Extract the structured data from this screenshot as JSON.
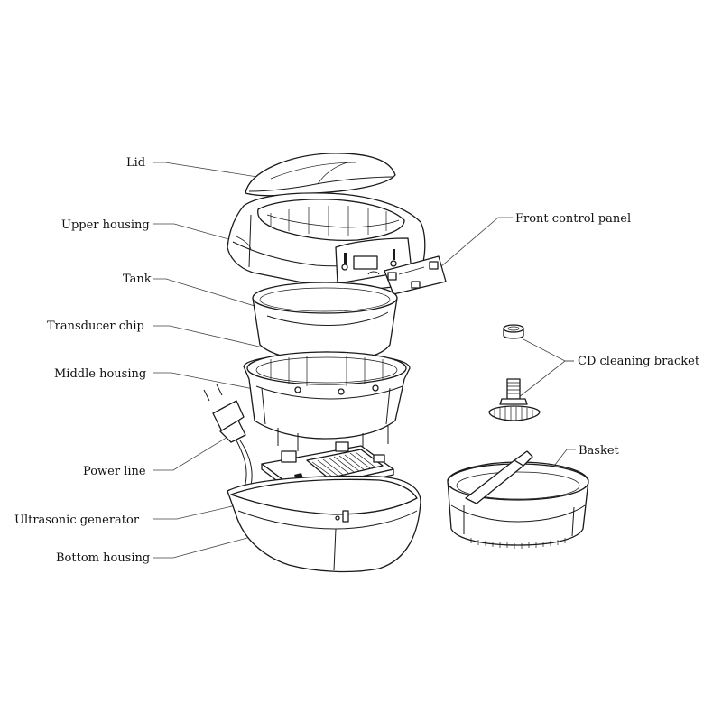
{
  "labels": {
    "lid": "Lid",
    "upper_housing": "Upper housing",
    "tank": "Tank",
    "transducer_chip": "Transducer chip",
    "middle_housing": "Middle housing",
    "power_line": "Power line",
    "ultrasonic_generator": "Ultrasonic generator",
    "bottom_housing": "Bottom housing",
    "front_control_panel": "Front control panel",
    "cd_cleaning_bracket": "CD cleaning bracket",
    "basket": "Basket"
  },
  "colors": {
    "line": "#1a1a1a",
    "background": "#ffffff"
  }
}
